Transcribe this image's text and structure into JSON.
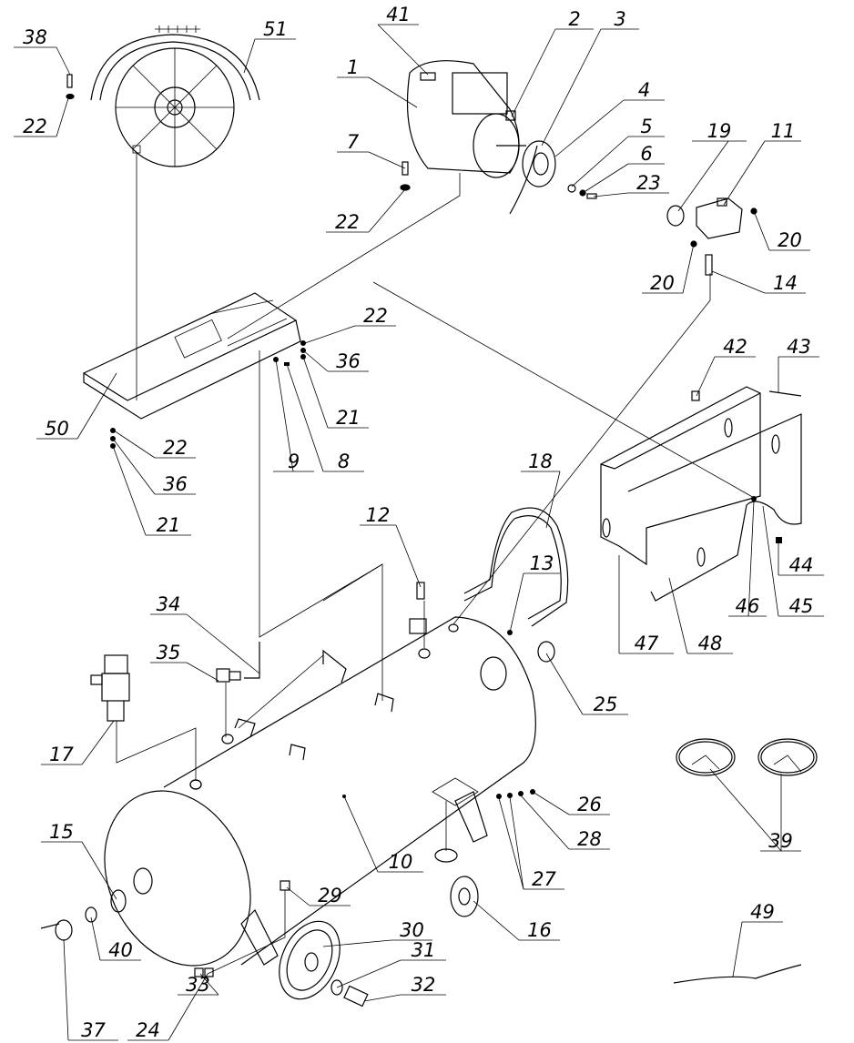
{
  "diagram": {
    "type": "exploded-parts-view",
    "callouts": [
      "38",
      "22",
      "51",
      "41",
      "2",
      "3",
      "1",
      "4",
      "5",
      "6",
      "23",
      "7",
      "22",
      "19",
      "11",
      "20",
      "20",
      "14",
      "22",
      "36",
      "21",
      "42",
      "43",
      "50",
      "22",
      "36",
      "21",
      "9",
      "8",
      "18",
      "12",
      "13",
      "44",
      "46",
      "45",
      "47",
      "48",
      "34",
      "35",
      "25",
      "17",
      "26",
      "28",
      "39",
      "27",
      "10",
      "15",
      "29",
      "30",
      "16",
      "49",
      "40",
      "31",
      "32",
      "33",
      "24",
      "37"
    ]
  }
}
